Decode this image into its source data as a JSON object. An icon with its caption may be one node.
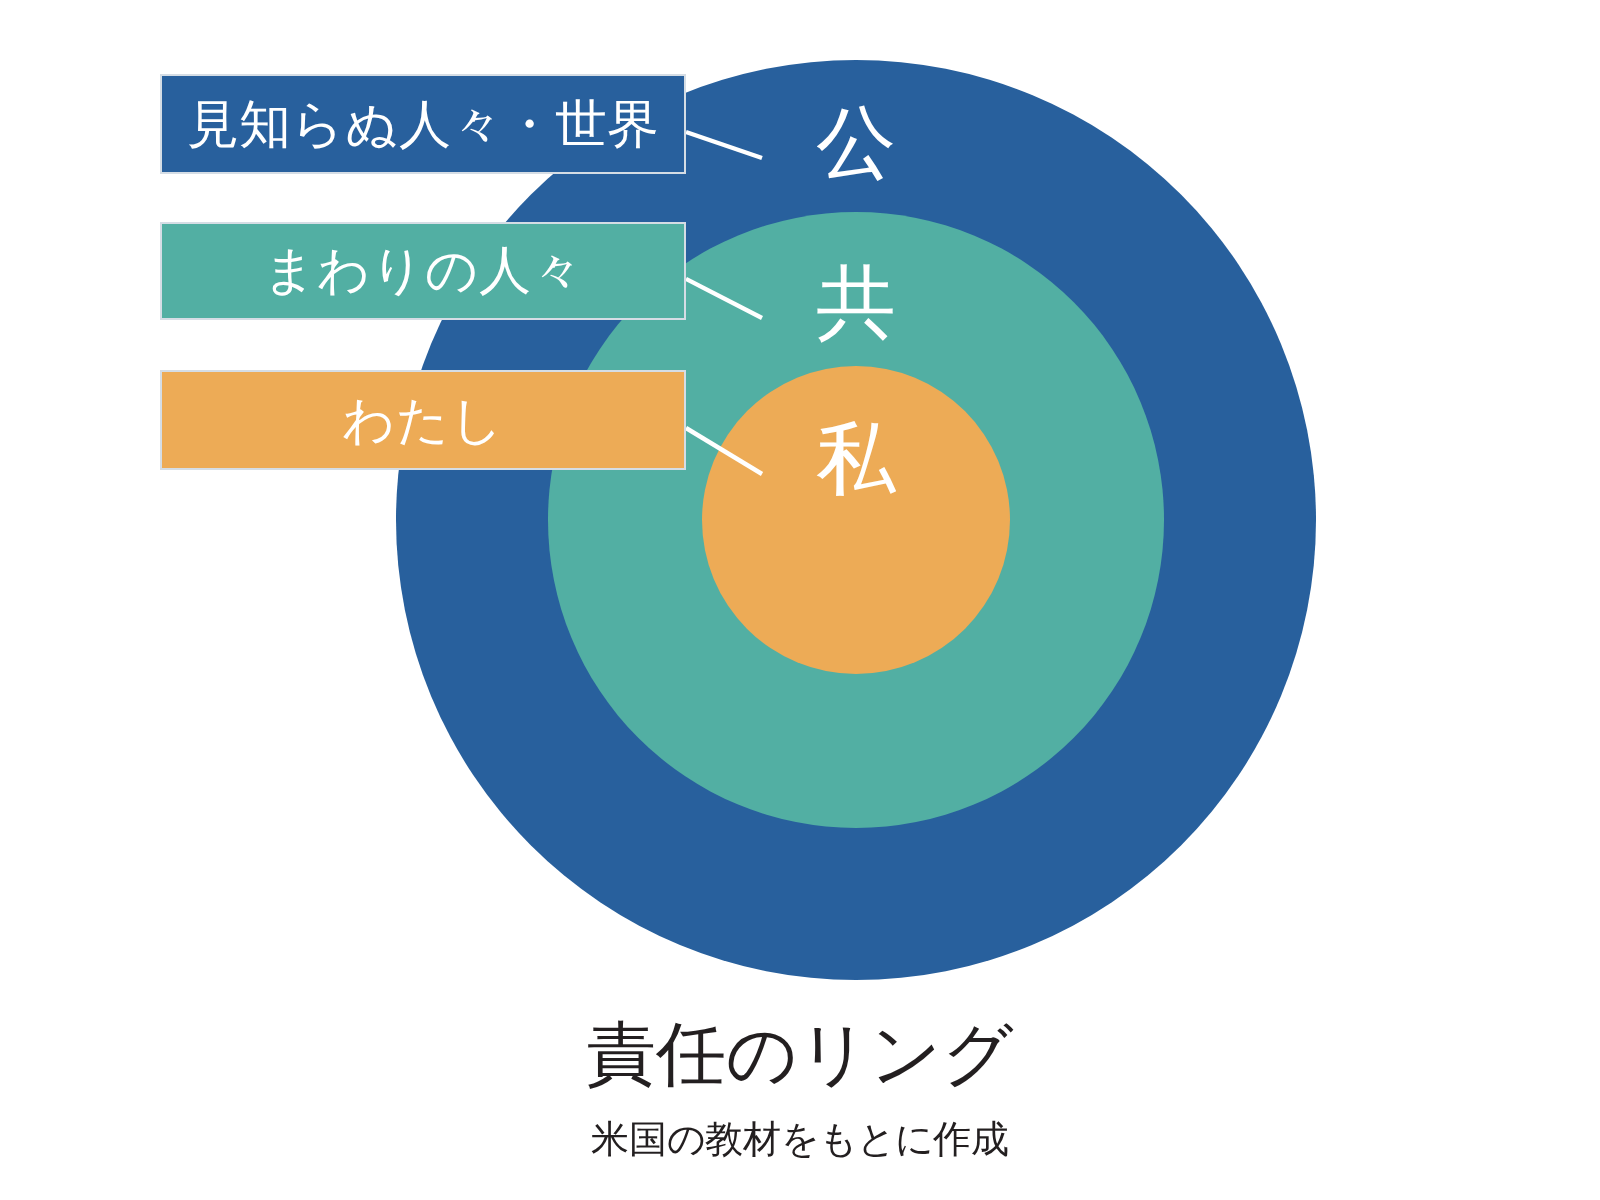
{
  "diagram": {
    "title": "責任のリング",
    "caption": "米国の教材をもとに作成",
    "nodes": [
      {
        "text": [
          "見知らぬ人々・世界"
        ]
      },
      {
        "text": [
          "公"
        ]
      },
      {
        "text": [
          "まわりの人々"
        ]
      },
      {
        "text": [
          "共"
        ],
        "in": 1
      },
      {
        "text": [
          "わたし"
        ]
      },
      {
        "text": [
          "私"
        ],
        "in": 3
      }
    ],
    "edges": [
      {
        "from": 0,
        "to": 1,
        "arrow": "none"
      },
      {
        "from": 2,
        "to": 3,
        "arrow": "none"
      },
      {
        "from": 4,
        "to": 5,
        "arrow": "none"
      }
    ]
  }
}
